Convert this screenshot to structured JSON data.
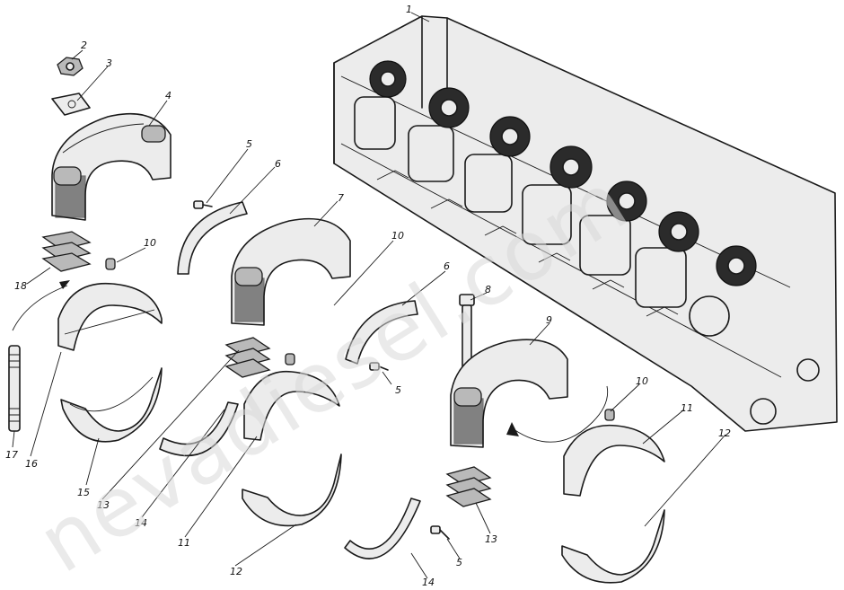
{
  "watermark": "nevadiesel.com",
  "callouts": {
    "c1": "1",
    "c2": "2",
    "c3": "3",
    "c4": "4",
    "c5a": "5",
    "c6a": "6",
    "c7": "7",
    "c10a": "10",
    "c18": "18",
    "c17": "17",
    "c16": "16",
    "c15": "15",
    "c13a": "13",
    "c14a": "14",
    "c11a": "11",
    "c12a": "12",
    "c10b": "10",
    "c6b": "6",
    "c8": "8",
    "c5b": "5",
    "c9": "9",
    "c10c": "10",
    "c11b": "11",
    "c12b": "12",
    "c13b": "13",
    "c5c": "5",
    "c14b": "14"
  }
}
